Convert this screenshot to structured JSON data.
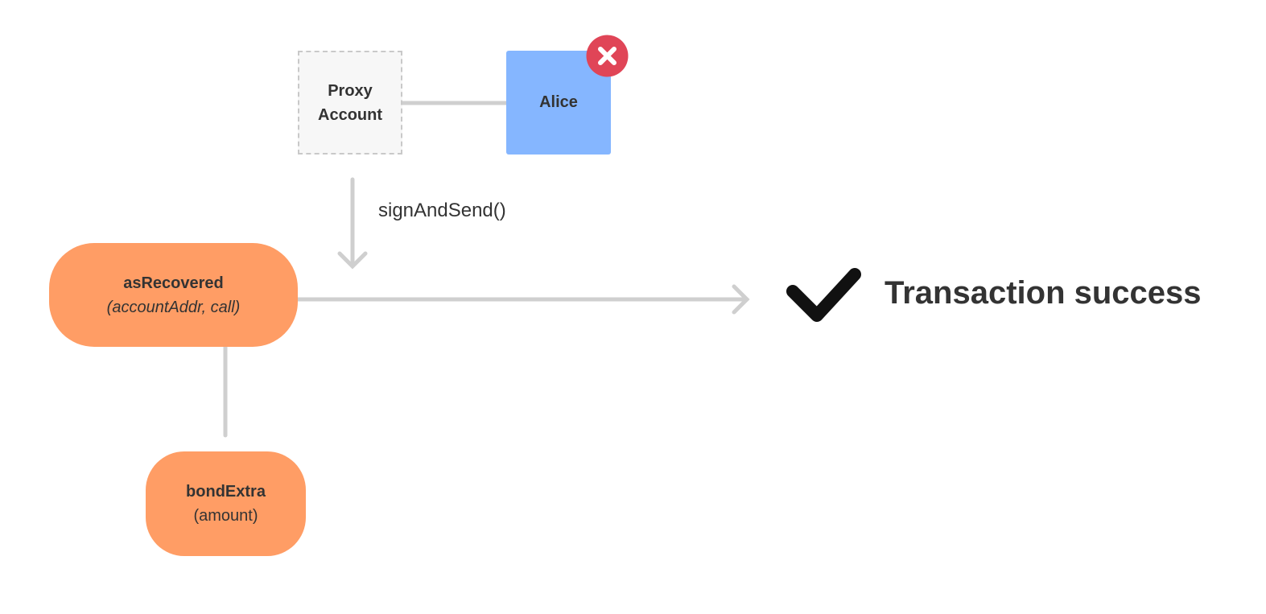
{
  "diagram": {
    "proxy_account": {
      "line1": "Proxy",
      "line2": "Account"
    },
    "alice": {
      "label": "Alice",
      "status_icon": "close-icon",
      "status_color": "#e04557"
    },
    "sign_and_send_label": "signAndSend()",
    "as_recovered": {
      "name": "asRecovered",
      "args": "(accountAddr, call)"
    },
    "bond_extra": {
      "name": "bondExtra",
      "args": "(amount)"
    },
    "result": {
      "icon": "checkmark-icon",
      "label": "Transaction success"
    }
  },
  "colors": {
    "connector": "#cfcfcf",
    "call_node": "#ff9d65",
    "alice_node": "#85b6ff",
    "proxy_node": "#f7f7f7",
    "text": "#333333"
  }
}
